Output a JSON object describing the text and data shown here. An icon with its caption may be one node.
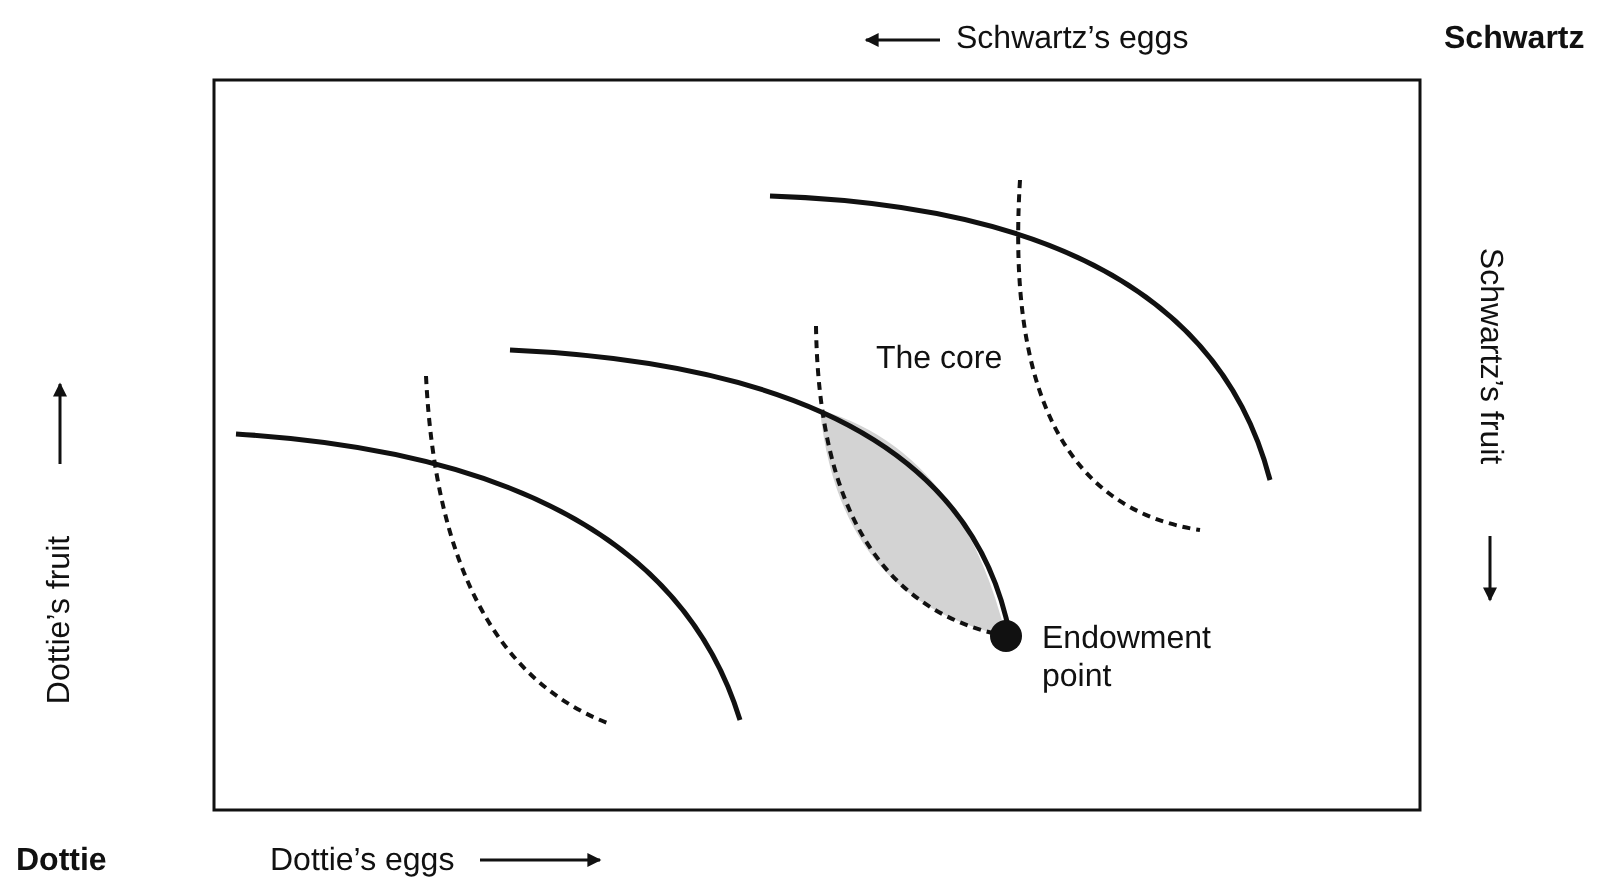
{
  "diagram": {
    "labels": [
      "Schwartz’s eggs",
      "Schwartz",
      "Schwartz’s fruit",
      "The core",
      "Dottie’s fruit",
      "Endowment point",
      "Dottie",
      "Dottie’s eggs"
    ]
  }
}
